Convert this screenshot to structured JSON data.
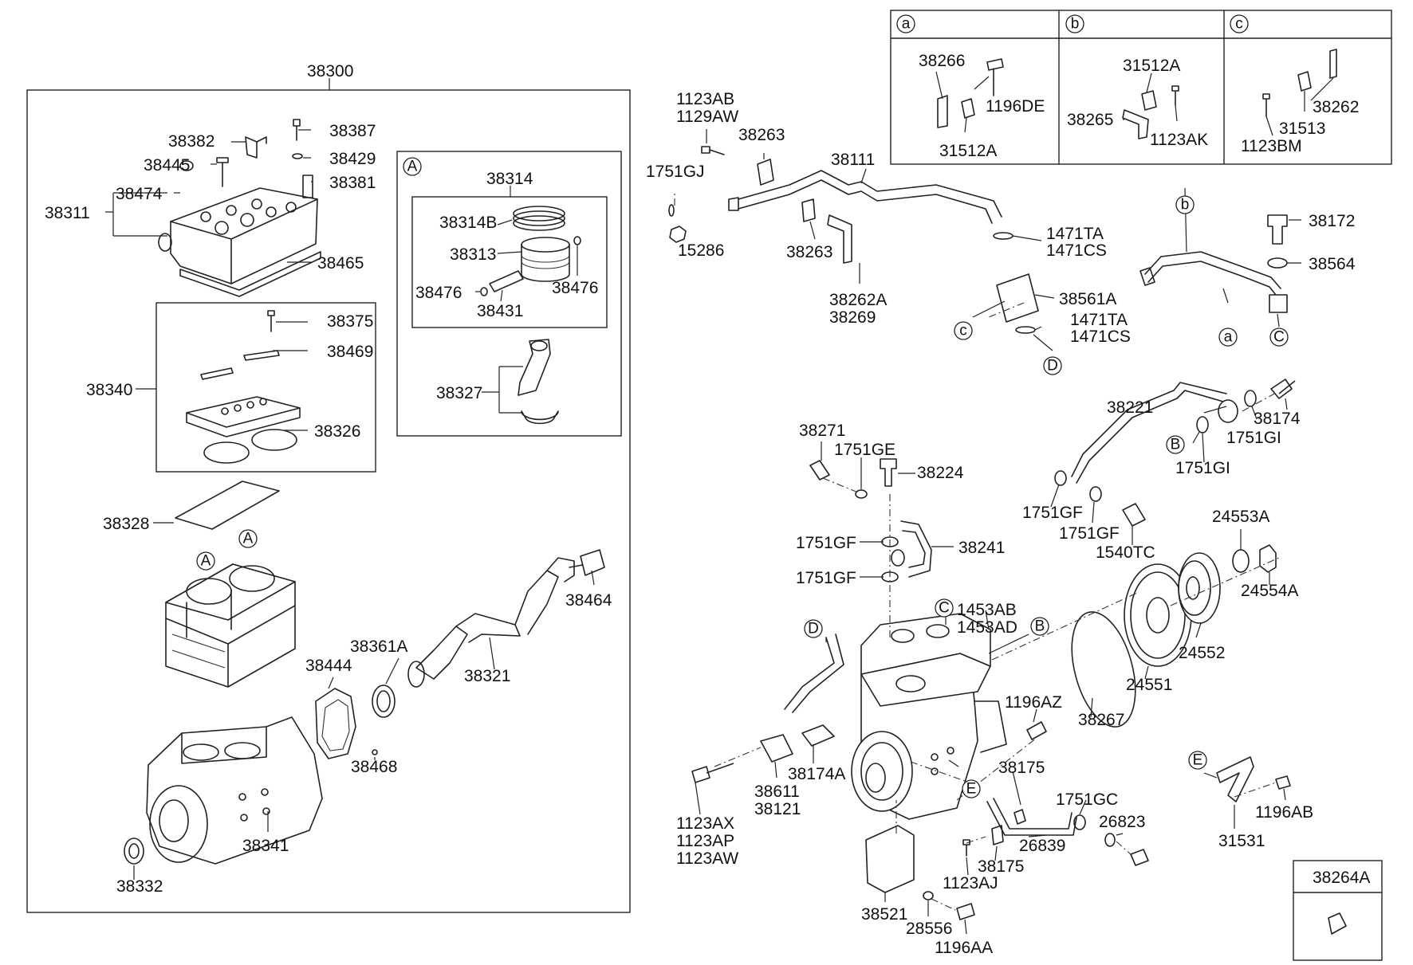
{
  "labels": [
    {
      "id": "l38300",
      "text": "38300"
    },
    {
      "id": "l38387",
      "text": "38387"
    },
    {
      "id": "l38382",
      "text": "38382"
    },
    {
      "id": "l38429",
      "text": "38429"
    },
    {
      "id": "l38445",
      "text": "38445"
    },
    {
      "id": "l38381",
      "text": "38381"
    },
    {
      "id": "l38474",
      "text": "38474"
    },
    {
      "id": "l38311",
      "text": "38311"
    },
    {
      "id": "l38465",
      "text": "38465"
    },
    {
      "id": "l38314",
      "text": "38314"
    },
    {
      "id": "l38314B",
      "text": "38314B"
    },
    {
      "id": "l38313",
      "text": "38313"
    },
    {
      "id": "l38476a",
      "text": "38476"
    },
    {
      "id": "l38476b",
      "text": "38476"
    },
    {
      "id": "l38431",
      "text": "38431"
    },
    {
      "id": "l38327",
      "text": "38327"
    },
    {
      "id": "l38375",
      "text": "38375"
    },
    {
      "id": "l38469",
      "text": "38469"
    },
    {
      "id": "l38340",
      "text": "38340"
    },
    {
      "id": "l38326",
      "text": "38326"
    },
    {
      "id": "l38328",
      "text": "38328"
    },
    {
      "id": "l38464",
      "text": "38464"
    },
    {
      "id": "l38361A",
      "text": "38361A"
    },
    {
      "id": "l38444",
      "text": "38444"
    },
    {
      "id": "l38321",
      "text": "38321"
    },
    {
      "id": "l38468",
      "text": "38468"
    },
    {
      "id": "l38341",
      "text": "38341"
    },
    {
      "id": "l38332",
      "text": "38332"
    },
    {
      "id": "l1123AB",
      "text": "1123AB"
    },
    {
      "id": "l1129AW",
      "text": "1129AW"
    },
    {
      "id": "l38263a",
      "text": "38263"
    },
    {
      "id": "l38111",
      "text": "38111"
    },
    {
      "id": "l1751GJ",
      "text": "1751GJ"
    },
    {
      "id": "l15286",
      "text": "15286"
    },
    {
      "id": "l38263b",
      "text": "38263"
    },
    {
      "id": "l38262A",
      "text": "38262A"
    },
    {
      "id": "l38269",
      "text": "38269"
    },
    {
      "id": "l1471TAa",
      "text": "1471TA"
    },
    {
      "id": "l1471CSa",
      "text": "1471CS"
    },
    {
      "id": "l38561A",
      "text": "38561A"
    },
    {
      "id": "l1471TAb",
      "text": "1471TA"
    },
    {
      "id": "l1471CSb",
      "text": "1471CS"
    },
    {
      "id": "l38266",
      "text": "38266"
    },
    {
      "id": "l1196DE",
      "text": "1196DE"
    },
    {
      "id": "l31512Aa",
      "text": "31512A"
    },
    {
      "id": "l31512Ab",
      "text": "31512A"
    },
    {
      "id": "l38265",
      "text": "38265"
    },
    {
      "id": "l1123AK",
      "text": "1123AK"
    },
    {
      "id": "l38262",
      "text": "38262"
    },
    {
      "id": "l31513",
      "text": "31513"
    },
    {
      "id": "l1123BM",
      "text": "1123BM"
    },
    {
      "id": "l38172",
      "text": "38172"
    },
    {
      "id": "l38564",
      "text": "38564"
    },
    {
      "id": "l38221",
      "text": "38221"
    },
    {
      "id": "l38174",
      "text": "38174"
    },
    {
      "id": "l1751GIa",
      "text": "1751GI"
    },
    {
      "id": "l1751GIb",
      "text": "1751GI"
    },
    {
      "id": "l38271",
      "text": "38271"
    },
    {
      "id": "l1751GE",
      "text": "1751GE"
    },
    {
      "id": "l38224",
      "text": "38224"
    },
    {
      "id": "l1751GFa",
      "text": "1751GF"
    },
    {
      "id": "l1751GFb",
      "text": "1751GF"
    },
    {
      "id": "l1540TC",
      "text": "1540TC"
    },
    {
      "id": "l1751GFc",
      "text": "1751GF"
    },
    {
      "id": "l38241",
      "text": "38241"
    },
    {
      "id": "l1751GFd",
      "text": "1751GF"
    },
    {
      "id": "l24553A",
      "text": "24553A"
    },
    {
      "id": "l24554A",
      "text": "24554A"
    },
    {
      "id": "l1453AB",
      "text": "1453AB"
    },
    {
      "id": "l1453AD",
      "text": "1453AD"
    },
    {
      "id": "l24552",
      "text": "24552"
    },
    {
      "id": "l24551",
      "text": "24551"
    },
    {
      "id": "l38267",
      "text": "38267"
    },
    {
      "id": "l1196AZ",
      "text": "1196AZ"
    },
    {
      "id": "l38175a",
      "text": "38175"
    },
    {
      "id": "l1751GC",
      "text": "1751GC"
    },
    {
      "id": "l26823",
      "text": "26823"
    },
    {
      "id": "l26839",
      "text": "26839"
    },
    {
      "id": "l38175b",
      "text": "38175"
    },
    {
      "id": "l1123AJ",
      "text": "1123AJ"
    },
    {
      "id": "l38611",
      "text": "38611"
    },
    {
      "id": "l38121",
      "text": "38121"
    },
    {
      "id": "l38174A",
      "text": "38174A"
    },
    {
      "id": "l1123AX",
      "text": "1123AX"
    },
    {
      "id": "l1123AP",
      "text": "1123AP"
    },
    {
      "id": "l1123AW",
      "text": "1123AW"
    },
    {
      "id": "l38521",
      "text": "38521"
    },
    {
      "id": "l28556",
      "text": "28556"
    },
    {
      "id": "l1196AA",
      "text": "1196AA"
    },
    {
      "id": "l31531",
      "text": "31531"
    },
    {
      "id": "l1196AB",
      "text": "1196AB"
    },
    {
      "id": "l38264A",
      "text": "38264A"
    }
  ],
  "callouts": [
    {
      "id": "cA_box",
      "text": "A"
    },
    {
      "id": "cA1",
      "text": "A"
    },
    {
      "id": "cA2",
      "text": "A"
    },
    {
      "id": "ca_hdr",
      "text": "a"
    },
    {
      "id": "cb_hdr",
      "text": "b"
    },
    {
      "id": "cc_hdr",
      "text": "c"
    },
    {
      "id": "cb_pipe",
      "text": "b"
    },
    {
      "id": "ca_pipe",
      "text": "a"
    },
    {
      "id": "cC_pipe",
      "text": "C"
    },
    {
      "id": "cc_hose",
      "text": "c"
    },
    {
      "id": "cD_hose",
      "text": "D"
    },
    {
      "id": "cB_221",
      "text": "B"
    },
    {
      "id": "cD_main",
      "text": "D"
    },
    {
      "id": "cC_main",
      "text": "C"
    },
    {
      "id": "cB_main",
      "text": "B"
    },
    {
      "id": "cE_main",
      "text": "E"
    },
    {
      "id": "cE_brk",
      "text": "E"
    }
  ]
}
